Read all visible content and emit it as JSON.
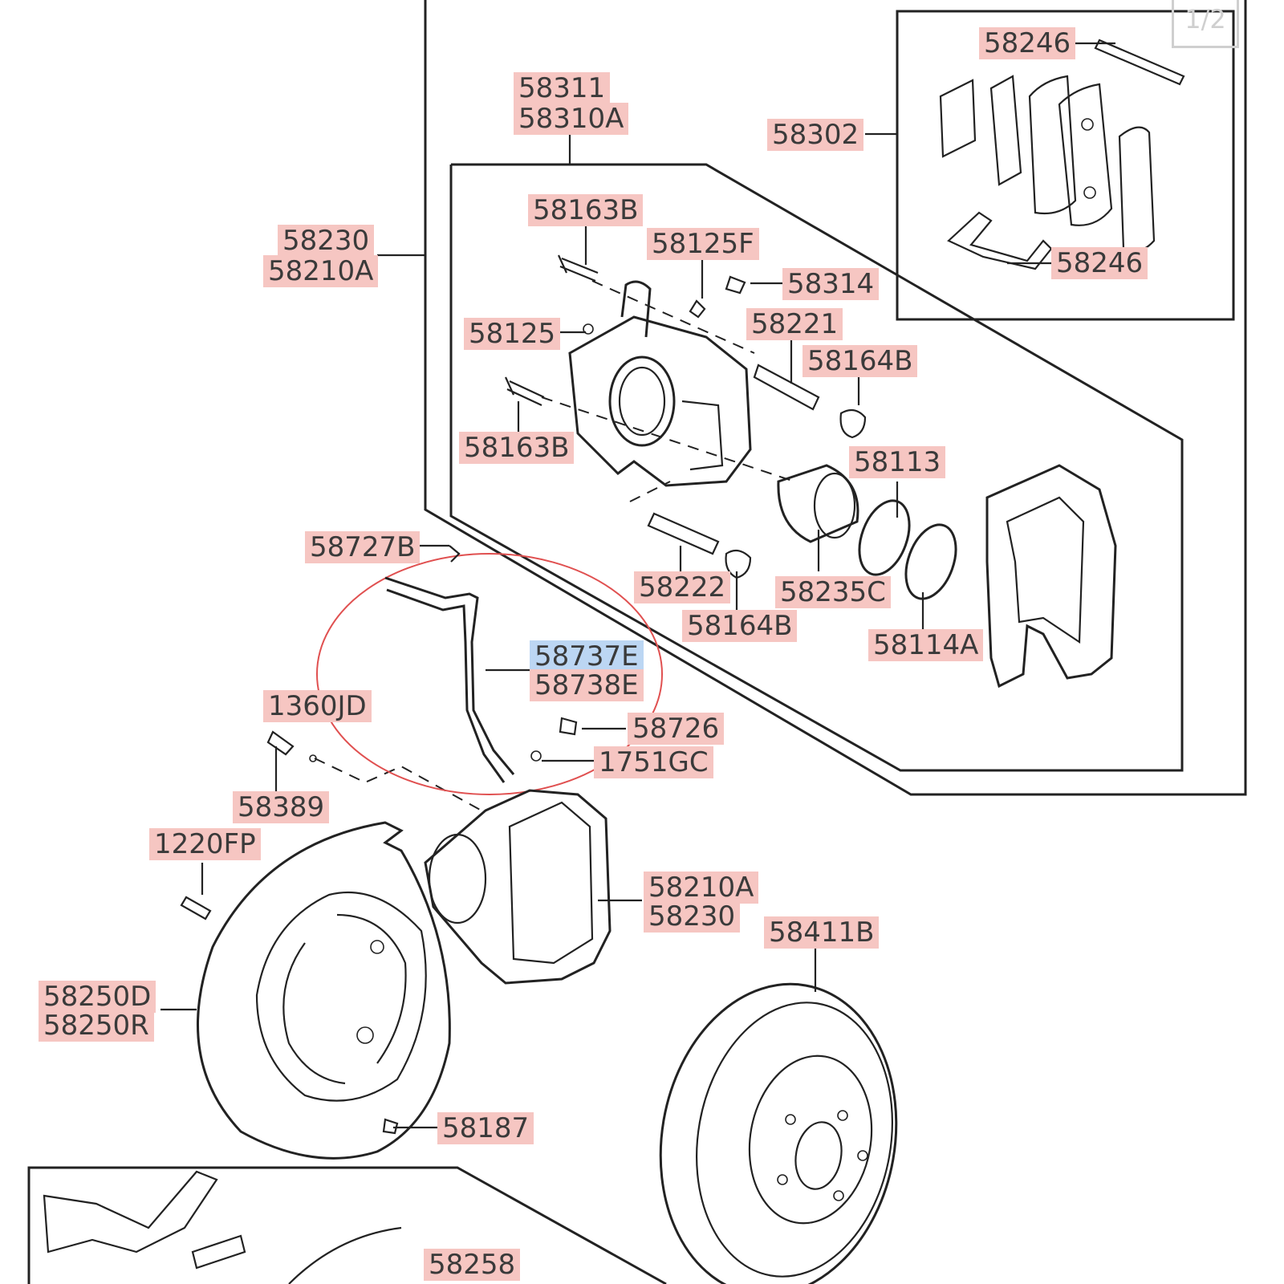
{
  "page_indicator": "1/2",
  "colors": {
    "label_bg": "#f6c6c2",
    "label_highlight_bg": "#bcd6f3",
    "label_text": "#3a3a3a",
    "hose_circle": "#e05050",
    "line": "#222222"
  },
  "labels": [
    {
      "id": "58246-top",
      "text": "58246"
    },
    {
      "id": "58311",
      "text": "58311"
    },
    {
      "id": "58310A",
      "text": "58310A"
    },
    {
      "id": "58302",
      "text": "58302"
    },
    {
      "id": "58163B-top",
      "text": "58163B"
    },
    {
      "id": "58230-top",
      "text": "58230"
    },
    {
      "id": "58210A-top",
      "text": "58210A"
    },
    {
      "id": "58125F",
      "text": "58125F"
    },
    {
      "id": "58246-bottom",
      "text": "58246"
    },
    {
      "id": "58314",
      "text": "58314"
    },
    {
      "id": "58125",
      "text": "58125"
    },
    {
      "id": "58221",
      "text": "58221"
    },
    {
      "id": "58164B-top",
      "text": "58164B"
    },
    {
      "id": "58163B-lower",
      "text": "58163B"
    },
    {
      "id": "58113",
      "text": "58113"
    },
    {
      "id": "58727B",
      "text": "58727B"
    },
    {
      "id": "58222",
      "text": "58222"
    },
    {
      "id": "58235C",
      "text": "58235C"
    },
    {
      "id": "58164B-lower",
      "text": "58164B"
    },
    {
      "id": "58114A",
      "text": "58114A"
    },
    {
      "id": "58737E",
      "text": "58737E",
      "highlight": true
    },
    {
      "id": "58738E",
      "text": "58738E"
    },
    {
      "id": "1360JD",
      "text": "1360JD"
    },
    {
      "id": "58726",
      "text": "58726"
    },
    {
      "id": "1751GC",
      "text": "1751GC"
    },
    {
      "id": "58389",
      "text": "58389"
    },
    {
      "id": "1220FP",
      "text": "1220FP"
    },
    {
      "id": "58210A-mid",
      "text": "58210A"
    },
    {
      "id": "58230-mid",
      "text": "58230"
    },
    {
      "id": "58411B",
      "text": "58411B"
    },
    {
      "id": "58250D",
      "text": "58250D"
    },
    {
      "id": "58250R",
      "text": "58250R"
    },
    {
      "id": "58187",
      "text": "58187"
    },
    {
      "id": "58258",
      "text": "58258"
    }
  ]
}
